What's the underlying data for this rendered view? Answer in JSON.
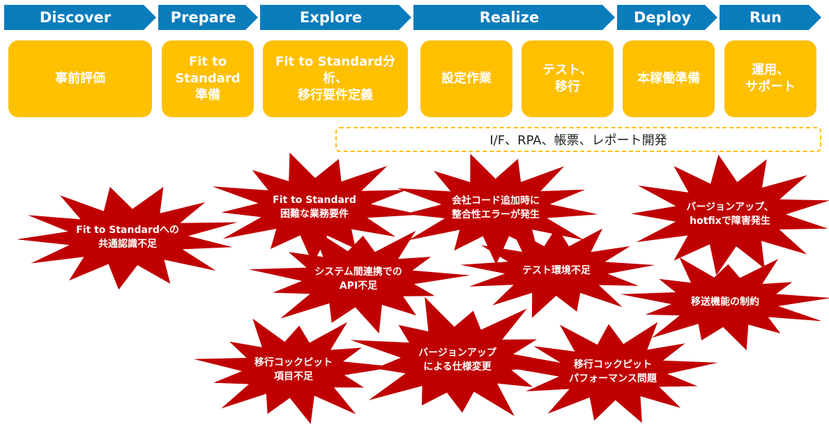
{
  "phases": [
    "Discover",
    "Prepare",
    "Explore",
    "Realize",
    "Deploy",
    "Run"
  ],
  "tasks": [
    "事前評価",
    "Fit to\nStandard\n準備",
    "Fit to Standard分析、\n移行要件定義",
    "設定作業",
    "テスト、\n移行",
    "本稼働準備",
    "運用、\nサポート"
  ],
  "dev_box": "I/F、RPA、帳票、レポート開発",
  "issues": [
    "Fit to Standardへの\n共通認識不足",
    "Fit to Standard\n困難な業務要件",
    "会社コード追加時に\n整合性エラーが発生",
    "バージョンアップ、\nhotfixで障害発生",
    "システム間連携での\nAPI不足",
    "テスト環境不足",
    "移送機能の制約",
    "移行コックピット\n項目不足",
    "バージョンアップ\nによる仕様変更",
    "移行コックピット\nパフォーマンス問題"
  ],
  "colors": {
    "phase": "#0a7cbc",
    "task": "#ffc000",
    "burst": "#c00000"
  }
}
